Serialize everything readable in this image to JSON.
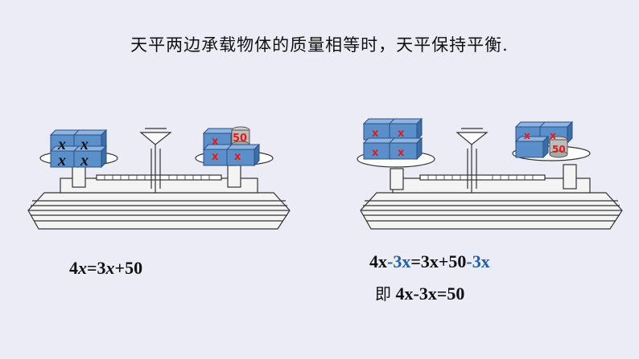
{
  "caption": "天平两边承载物体的质量相等时，天平保持平衡.",
  "left_scale": {
    "box_labels": [
      "x",
      "x",
      "x",
      "x"
    ],
    "right_box_labels": [
      "x",
      "x",
      "x"
    ],
    "weight_label": "50"
  },
  "right_scale": {
    "box_labels": [
      "x",
      "x",
      "x",
      "x"
    ],
    "right_box_labels": [
      "x",
      "x"
    ],
    "weight_label": "50"
  },
  "equation_1": {
    "p1": "4",
    "v1": "x",
    "p2": "=3",
    "v2": "x",
    "p3": "+50"
  },
  "equation_2": {
    "p1": "4x",
    "p2": "-3x",
    "p3": "=3x+50",
    "p4": "-3x"
  },
  "equation_3": {
    "prefix": "即",
    "text": "4x-3x=50"
  },
  "colors": {
    "background": "#ececf7",
    "cube_front": "#5b8fc9",
    "cube_top": "#8db4e2",
    "cube_side": "#3c6ea8",
    "highlight": "#1f5fa8",
    "red_label": "#e01b1b"
  }
}
